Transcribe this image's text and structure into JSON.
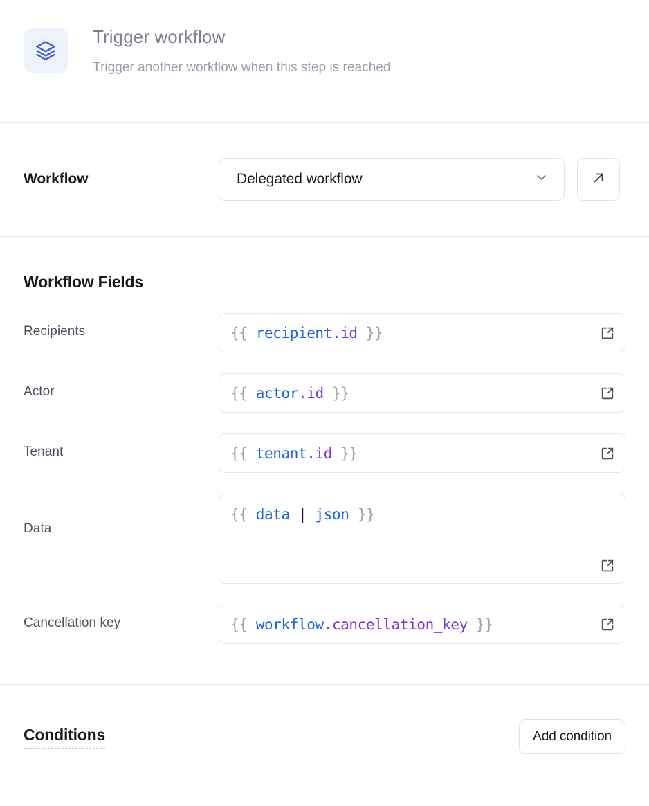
{
  "header": {
    "icon": "layers-stack-icon",
    "icon_color": "#3b5bdb",
    "icon_bg": "#eef2fb",
    "title": "Trigger workflow",
    "subtitle": "Trigger another workflow when this step is reached"
  },
  "workflow_section": {
    "label": "Workflow",
    "select": {
      "value": "Delegated workflow",
      "chevron_icon": "chevron-down-icon"
    },
    "open_button_icon": "arrow-up-right-icon"
  },
  "fields_section": {
    "heading": "Workflow Fields",
    "expand_icon": "external-link-icon",
    "fields": [
      {
        "label": "Recipients",
        "value": "{{ recipient.id }}",
        "multiline": false,
        "tokens": [
          {
            "t": "{{ ",
            "c": "brace"
          },
          {
            "t": "recipient",
            "c": "obj"
          },
          {
            "t": ".",
            "c": "dot"
          },
          {
            "t": "id",
            "c": "prop"
          },
          {
            "t": " }}",
            "c": "brace"
          }
        ]
      },
      {
        "label": "Actor",
        "value": "{{ actor.id }}",
        "multiline": false,
        "tokens": [
          {
            "t": "{{ ",
            "c": "brace"
          },
          {
            "t": "actor",
            "c": "obj"
          },
          {
            "t": ".",
            "c": "dot"
          },
          {
            "t": "id",
            "c": "prop"
          },
          {
            "t": " }}",
            "c": "brace"
          }
        ]
      },
      {
        "label": "Tenant",
        "value": "{{ tenant.id }}",
        "multiline": false,
        "tokens": [
          {
            "t": "{{ ",
            "c": "brace"
          },
          {
            "t": "tenant",
            "c": "obj"
          },
          {
            "t": ".",
            "c": "dot"
          },
          {
            "t": "id",
            "c": "prop"
          },
          {
            "t": " }}",
            "c": "brace"
          }
        ]
      },
      {
        "label": "Data",
        "value": "{{ data | json }}",
        "multiline": true,
        "tokens": [
          {
            "t": "{{ ",
            "c": "brace"
          },
          {
            "t": "data",
            "c": "obj"
          },
          {
            "t": " ",
            "c": "brace"
          },
          {
            "t": "|",
            "c": "pipe"
          },
          {
            "t": " ",
            "c": "brace"
          },
          {
            "t": "json",
            "c": "filter"
          },
          {
            "t": " }}",
            "c": "brace"
          }
        ]
      },
      {
        "label": "Cancellation key",
        "value": "{{ workflow.cancellation_key }}",
        "multiline": false,
        "tokens": [
          {
            "t": "{{ ",
            "c": "brace"
          },
          {
            "t": "workflow",
            "c": "obj"
          },
          {
            "t": ".",
            "c": "dot"
          },
          {
            "t": "cancellation_key",
            "c": "prop"
          },
          {
            "t": " }}",
            "c": "brace"
          }
        ]
      }
    ]
  },
  "conditions_section": {
    "title": "Conditions",
    "add_button_label": "Add condition"
  },
  "colors": {
    "accent": "#3b5bdb",
    "token_object": "#1b62e0",
    "token_property": "#7b35d6",
    "token_brace": "#9aa0ae",
    "border": "#e2e4e9",
    "text_primary": "#16181d",
    "text_muted": "#7c818e"
  }
}
